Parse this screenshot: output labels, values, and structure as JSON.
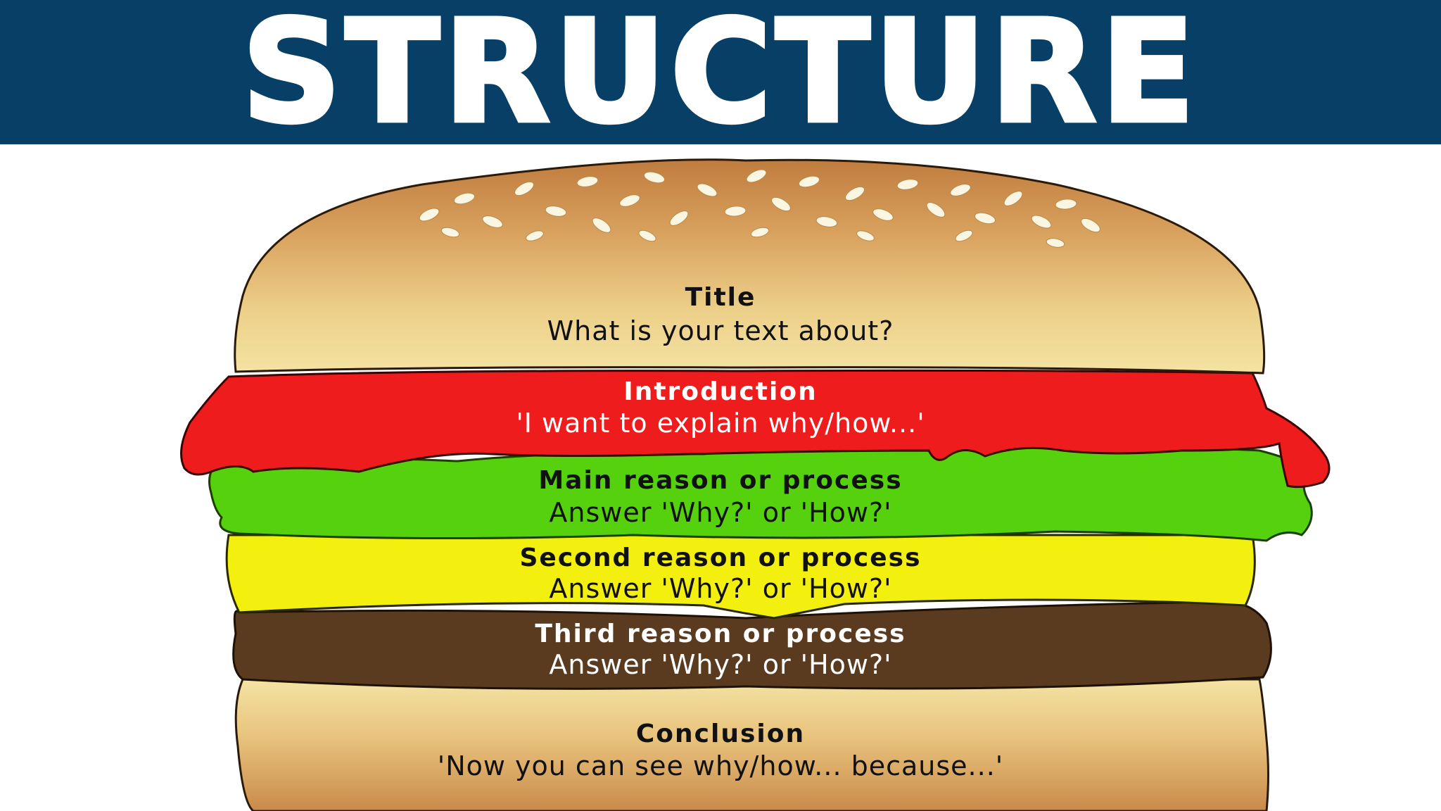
{
  "title": "STRUCTURE",
  "colors": {
    "header_bg": "#073f66",
    "bun": "#c98a4a",
    "bun_light": "#f5e3a3",
    "ketchup": "#ee1c1c",
    "lettuce": "#55d10e",
    "cheese": "#f3f00f",
    "patty": "#5a3b20"
  },
  "layers": [
    {
      "name": "Title",
      "text": "What is your text about?"
    },
    {
      "name": "Introduction",
      "text": "'I want to explain why/how...'"
    },
    {
      "name": "Main reason or process",
      "text": "Answer 'Why?' or 'How?'"
    },
    {
      "name": "Second reason or process",
      "text": "Answer 'Why?' or 'How?'"
    },
    {
      "name": "Third reason or process",
      "text": "Answer 'Why?' or 'How?'"
    },
    {
      "name": "Conclusion",
      "text": "'Now you can see why/how... because...'"
    }
  ]
}
